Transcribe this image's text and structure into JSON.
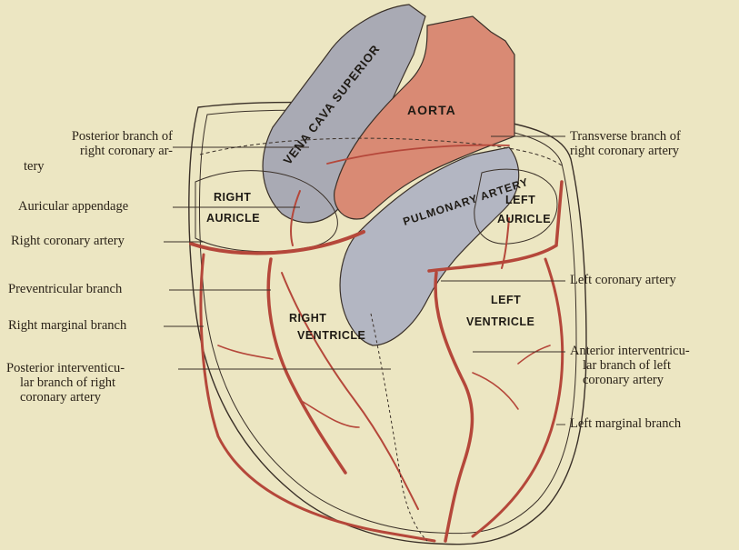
{
  "labels_left": {
    "posterior_branch": [
      "Posterior branch of",
      "right coronary ar-",
      "tery"
    ],
    "auricular_appendage": "Auricular appendage",
    "right_coronary_artery": "Right coronary artery",
    "preventricular_branch": "Preventricular  branch",
    "right_marginal_branch": "Right marginal branch",
    "posterior_interventricular": [
      "Posterior interventicu-",
      "lar  branch of right",
      "coronary artery"
    ]
  },
  "labels_right": {
    "transverse_branch": [
      "Transverse branch of",
      "right coronary artery"
    ],
    "left_coronary_artery": "Left coronary artery",
    "anterior_interventricular": [
      "Anterior interventricu-",
      "lar branch of left",
      "coronary artery"
    ],
    "left_marginal_branch": "Left marginal branch"
  },
  "structures": {
    "vena_cava_superior": "VENA CAVA SUPERIOR",
    "aorta": "AORTA",
    "pulmonary_artery": "PULMONARY ARTERY",
    "right_auricle": [
      "RIGHT",
      "AURICLE"
    ],
    "left_auricle": [
      "LEFT",
      "AURICLE"
    ],
    "right_ventricle": [
      "RIGHT",
      "VENTRICLE"
    ],
    "left_ventricle": [
      "LEFT",
      "VENTRICLE"
    ]
  },
  "colors": {
    "background": "#ece6c2",
    "artery": "#b5473a",
    "aorta": "#d98a74",
    "vena_cava": "#a9aab4",
    "pulmonary": "#b3b6c2",
    "outline": "#3a3028"
  }
}
